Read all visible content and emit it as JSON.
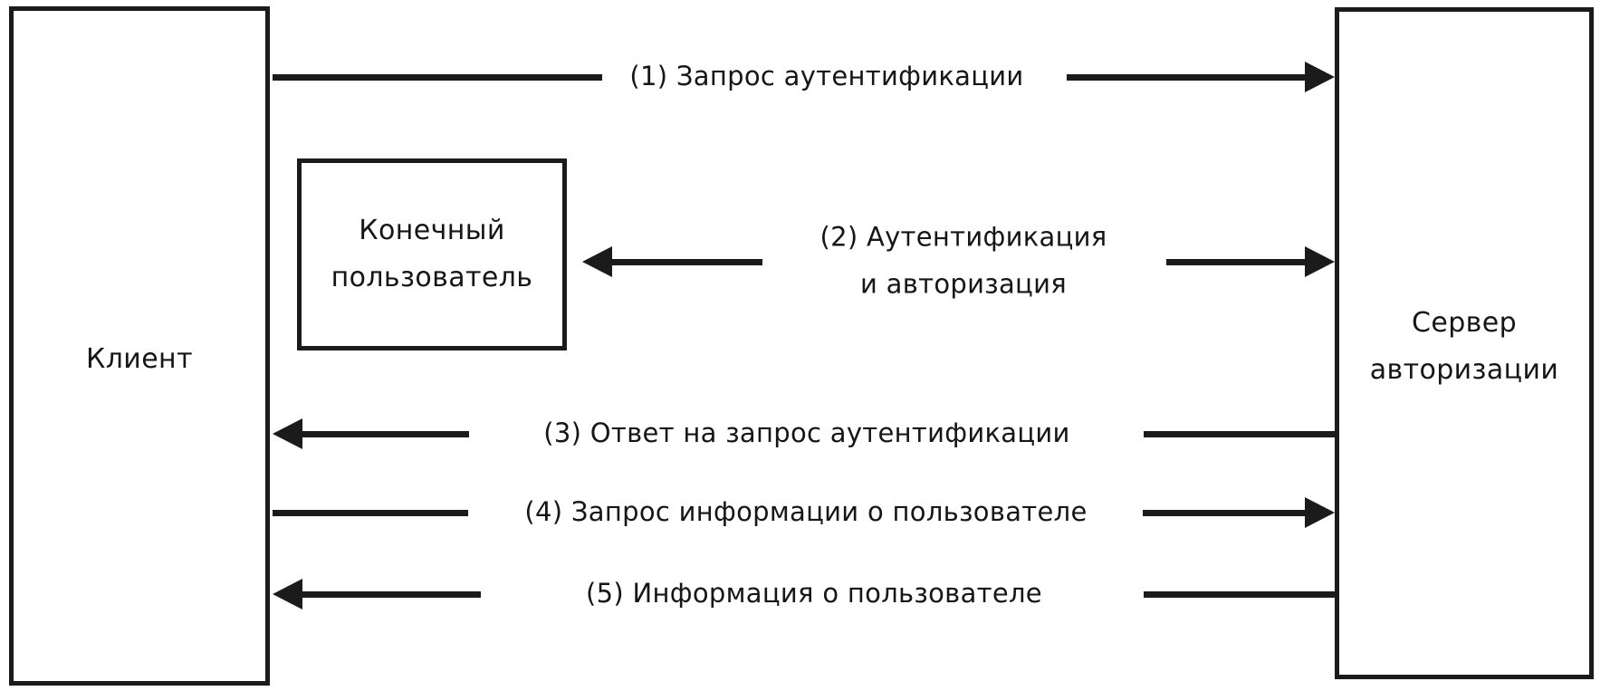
{
  "diagram": {
    "title": "OAuth / OpenID Connect authorization sequence",
    "colors": {
      "stroke": "#1b1b1b",
      "text": "#161616",
      "background": "#ffffff"
    },
    "nodes": [
      {
        "id": "client",
        "label": "Клиент"
      },
      {
        "id": "end-user",
        "label": "Конечный\nпользователь"
      },
      {
        "id": "auth-server",
        "label": "Сервер\nавторизации"
      }
    ],
    "messages": [
      {
        "number": "(1)",
        "label": "(1) Запрос аутентификации",
        "from": "client",
        "to": "auth-server",
        "direction": "right"
      },
      {
        "number": "(2)",
        "label": "(2) Аутентификация\nи авторизация",
        "from": "auth-server",
        "to": "end-user",
        "direction": "left"
      },
      {
        "number": "(3)",
        "label": "(3) Ответ на запрос аутентификации",
        "from": "auth-server",
        "to": "client",
        "direction": "left"
      },
      {
        "number": "(4)",
        "label": "(4) Запрос информации о пользователе",
        "from": "client",
        "to": "auth-server",
        "direction": "right"
      },
      {
        "number": "(5)",
        "label": "(5) Информация о пользователе",
        "from": "auth-server",
        "to": "client",
        "direction": "left"
      }
    ]
  }
}
